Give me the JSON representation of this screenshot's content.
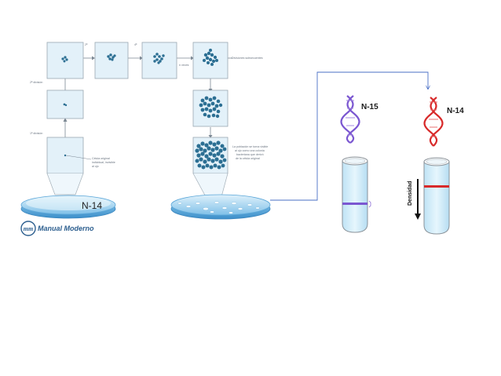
{
  "figure": {
    "left_plate_label": "N-14",
    "steps": {
      "s2": "2ª",
      "s4": "4ª",
      "n_veces": "n veces",
      "divisiones_subsecuentes": "Divisiones subsecuentes",
      "segunda_division": "2ª división",
      "primera_division": "1ª división"
    },
    "cell_note": [
      "Célula original",
      "individual, invisible",
      "al ojo"
    ],
    "colony_note": [
      "La población se torna visible",
      "al ojo como una colonia",
      "bacteriana que derivó",
      "de la célula original"
    ],
    "publisher": "Manual Moderno",
    "publisher_mark": "mm"
  },
  "tubes": {
    "n15_label": "N-15",
    "n14_label": "N-14",
    "density_label": "Densidad"
  },
  "colors": {
    "box_border": "#9aa7b1",
    "plate_blue": "#4f9fd6",
    "n15_dna": "#7b57d1",
    "n14_dna": "#d82a2a",
    "tube_liquid": "#cfeaf7",
    "connector": "#4a6fc6",
    "cell_dark": "#2c6f93"
  }
}
